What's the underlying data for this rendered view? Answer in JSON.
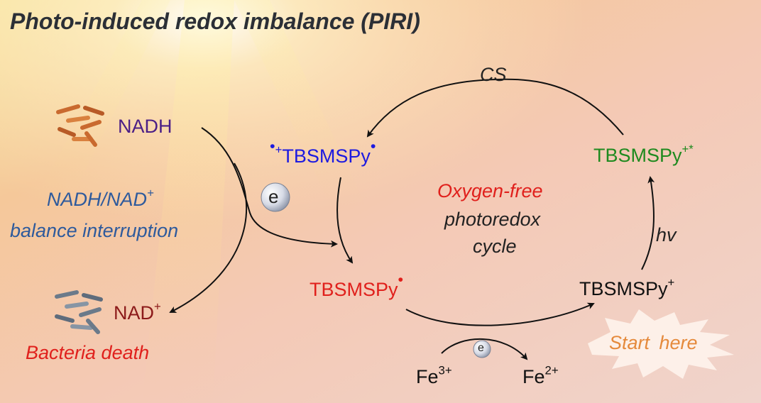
{
  "title": "Photo-induced redox imbalance (PIRI)",
  "left": {
    "nadh": "NADH",
    "interrupt_line1": "NADH/NAD",
    "interrupt_line1_sup": "+",
    "interrupt_line2": "balance interruption",
    "nad": "NAD",
    "nad_sup": "+",
    "death": "Bacteria death"
  },
  "cycle": {
    "cs": "CS",
    "radical_cation_dot_left": "•",
    "radical_cation_plus": "+",
    "radical_cation_name": "TBSMSPy",
    "radical_cation_dot_right": "•",
    "excited_name": "TBSMSPy",
    "excited_sup": "+*",
    "center_line1": "Oxygen-free",
    "center_line2": "photoredox",
    "center_line3": "cycle",
    "hv": "hv",
    "radical_name": "TBSMSPy",
    "radical_dot": "•",
    "ground_name": "TBSMSPy",
    "ground_sup": "+",
    "start": "Start here",
    "electron": "e",
    "fe3": "Fe",
    "fe3_sup": "3+",
    "fe2": "Fe",
    "fe2_sup": "2+"
  },
  "colors": {
    "title": "#2b2f36",
    "nadh": "#4b1e86",
    "interrupt": "#2e5a9c",
    "nad": "#8c1a1a",
    "death": "#e0201c",
    "radical_cation": "#1c1ae0",
    "excited": "#1f8a1f",
    "oxygen_free": "#e0201c",
    "radical": "#e0201c",
    "start": "#e58a3c"
  }
}
